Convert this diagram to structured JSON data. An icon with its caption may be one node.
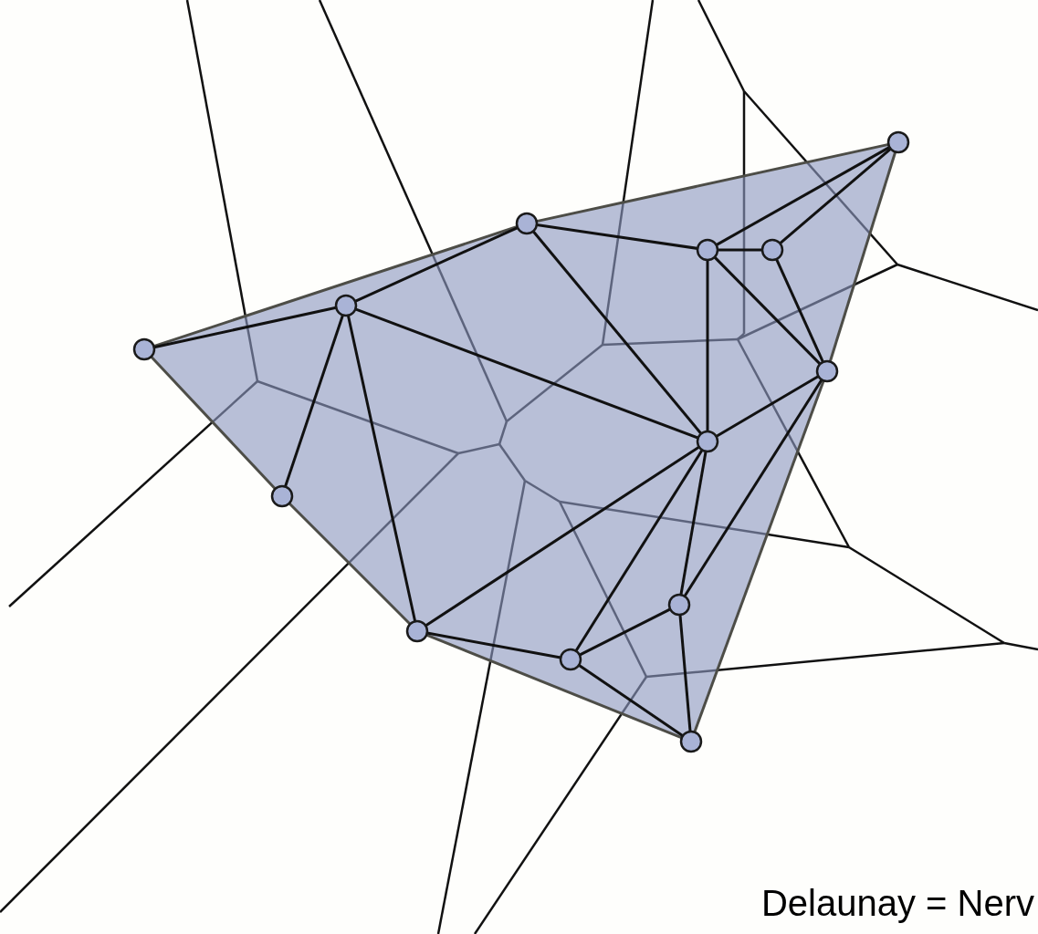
{
  "diagram": {
    "caption": "Delaunay = Nerv",
    "nodes": [
      {
        "text": [],
        "shape": "circle"
      },
      {
        "text": [],
        "shape": "circle"
      },
      {
        "text": [],
        "shape": "circle"
      },
      {
        "text": [],
        "shape": "circle"
      },
      {
        "text": [],
        "shape": "circle"
      },
      {
        "text": [],
        "shape": "circle"
      },
      {
        "text": [],
        "shape": "circle"
      },
      {
        "text": [],
        "shape": "circle"
      },
      {
        "text": [],
        "shape": "circle"
      },
      {
        "text": [],
        "shape": "circle"
      },
      {
        "text": [],
        "shape": "circle"
      },
      {
        "text": [],
        "shape": "circle"
      },
      {
        "text": [],
        "shape": "circle"
      }
    ],
    "edges": [
      {
        "from": 5,
        "to": 1,
        "arrow": "none",
        "color": "#4d4d47"
      },
      {
        "from": 1,
        "to": 0,
        "arrow": "none",
        "color": "#4d4d47"
      },
      {
        "from": 0,
        "to": 6,
        "arrow": "none",
        "color": "#4d4d47"
      },
      {
        "from": 6,
        "to": 12,
        "arrow": "none",
        "color": "#4d4d47"
      },
      {
        "from": 12,
        "to": 10,
        "arrow": "none",
        "color": "#4d4d47"
      },
      {
        "from": 10,
        "to": 8,
        "arrow": "none",
        "color": "#4d4d47"
      },
      {
        "from": 8,
        "to": 5,
        "arrow": "none",
        "color": "#4d4d47"
      },
      {
        "from": 5,
        "to": 4,
        "arrow": "none"
      },
      {
        "from": 4,
        "to": 1,
        "arrow": "none"
      },
      {
        "from": 1,
        "to": 2,
        "arrow": "none"
      },
      {
        "from": 2,
        "to": 0,
        "arrow": "none"
      },
      {
        "from": 2,
        "to": 3,
        "arrow": "none"
      },
      {
        "from": 3,
        "to": 0,
        "arrow": "none"
      },
      {
        "from": 2,
        "to": 6,
        "arrow": "none"
      },
      {
        "from": 3,
        "to": 6,
        "arrow": "none"
      },
      {
        "from": 2,
        "to": 7,
        "arrow": "none"
      },
      {
        "from": 1,
        "to": 7,
        "arrow": "none"
      },
      {
        "from": 4,
        "to": 7,
        "arrow": "none"
      },
      {
        "from": 6,
        "to": 7,
        "arrow": "none"
      },
      {
        "from": 4,
        "to": 8,
        "arrow": "none"
      },
      {
        "from": 4,
        "to": 10,
        "arrow": "none"
      },
      {
        "from": 7,
        "to": 10,
        "arrow": "none"
      },
      {
        "from": 7,
        "to": 11,
        "arrow": "none"
      },
      {
        "from": 7,
        "to": 9,
        "arrow": "none"
      },
      {
        "from": 6,
        "to": 9,
        "arrow": "none"
      },
      {
        "from": 10,
        "to": 11,
        "arrow": "none"
      },
      {
        "from": 11,
        "to": 9,
        "arrow": "none"
      },
      {
        "from": 11,
        "to": 12,
        "arrow": "none"
      },
      {
        "from": 9,
        "to": 12,
        "arrow": "none"
      }
    ]
  }
}
